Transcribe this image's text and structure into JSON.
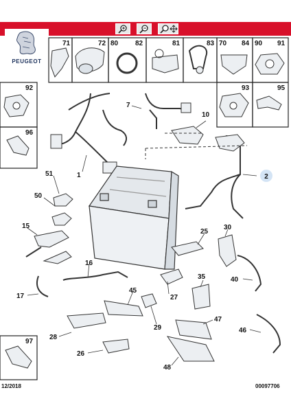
{
  "header": {
    "brand": "PEUGEOT",
    "toolbar": [
      {
        "name": "zoom-in-icon"
      },
      {
        "name": "zoom-out-icon"
      },
      {
        "name": "zoom-move-icon"
      }
    ]
  },
  "thumbs": {
    "t71": "71",
    "t72": "72",
    "t80": "80",
    "t82": "82",
    "t81": "81",
    "t83": "83",
    "t70": "70",
    "t84": "84",
    "t90": "90",
    "t91": "91",
    "t92": "92",
    "t93": "93",
    "t95": "95",
    "t96": "96",
    "t97": "97"
  },
  "callouts": {
    "c1": "1",
    "c2": "2",
    "c7": "7",
    "c10": "10",
    "c51": "51",
    "c50": "50",
    "c15": "15",
    "c16": "16",
    "c17": "17",
    "c25": "25",
    "c30": "30",
    "c40": "40",
    "c35": "35",
    "c27": "27",
    "c45": "45",
    "c29": "29",
    "c47": "47",
    "c46": "46",
    "c28": "28",
    "c26": "26",
    "c48": "48"
  },
  "footer": {
    "date": "12/2018",
    "ref": "00097706"
  }
}
